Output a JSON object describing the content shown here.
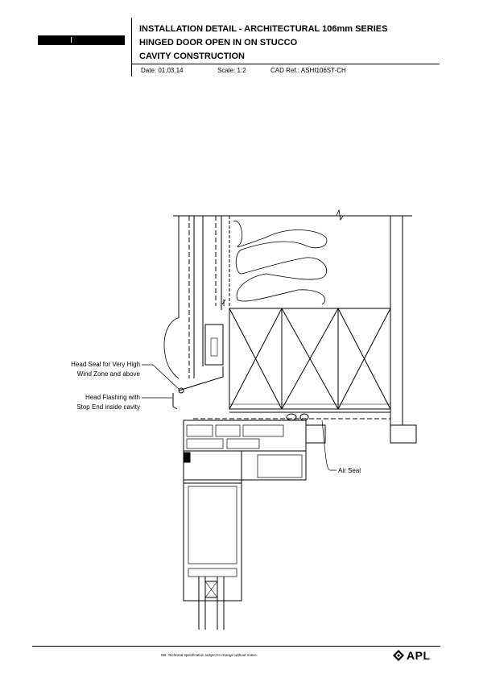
{
  "header": {
    "title_lines": [
      "INSTALLATION DETAIL - ARCHITECTURAL 106mm SERIES",
      "HINGED DOOR OPEN IN ON STUCCO",
      "CAVITY CONSTRUCTION"
    ],
    "date": "Date: 01.03.14",
    "scale": "Scale: 1:2",
    "cad_ref": "CAD Ref.: ASHI106ST-CH"
  },
  "labels": {
    "head_seal_1": "Head Seal for Very High",
    "head_seal_2": "Wind Zone and above",
    "head_flashing_1": "Head Flashing with",
    "head_flashing_2": "Stop End inside cavity",
    "air_seal": "Air Seal"
  },
  "footer": {
    "note": "NB. Technical specification subject to change without notice.",
    "logo_text": "APL"
  }
}
